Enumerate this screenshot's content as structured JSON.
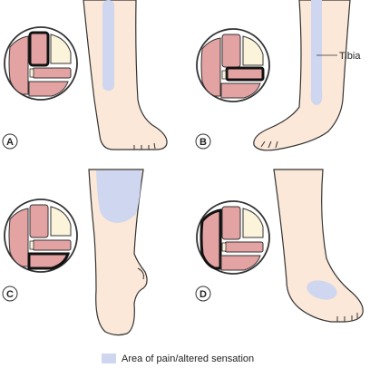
{
  "panels": [
    {
      "letter": "A"
    },
    {
      "letter": "B"
    },
    {
      "letter": "C"
    },
    {
      "letter": "D"
    }
  ],
  "tibia_label": "Tibia",
  "legend": {
    "text": "Area of pain/altered sensation"
  },
  "colors": {
    "skin": "#fbe8d8",
    "outline": "#333333",
    "pain_area": "#cfd6ef",
    "muscle": "#e3a3a3",
    "bone": "#fbf3da"
  }
}
